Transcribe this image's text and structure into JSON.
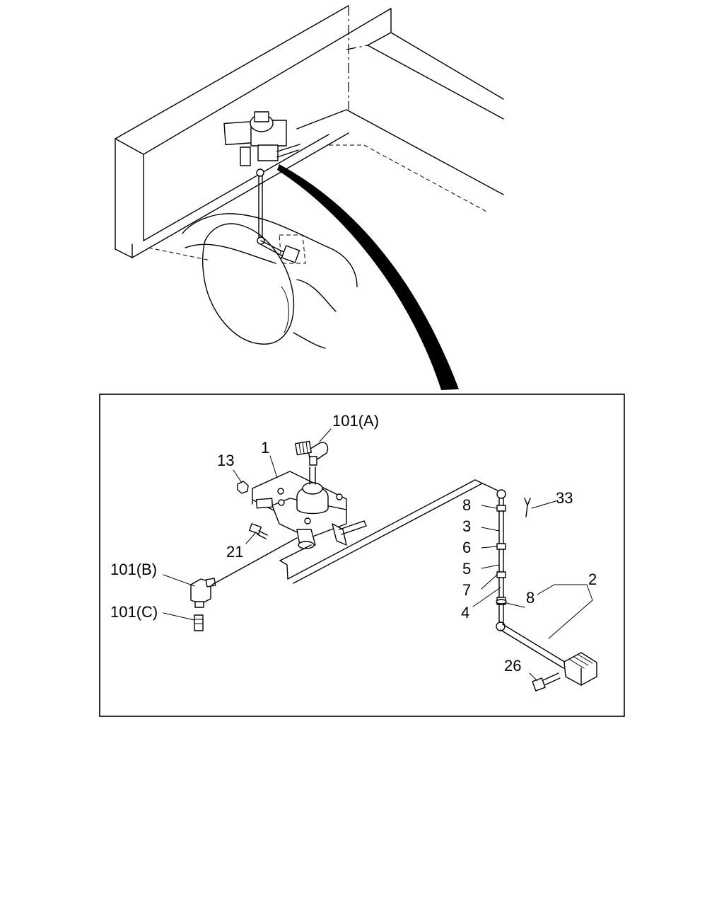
{
  "labels": {
    "l1": "1",
    "l2": "2",
    "l3": "3",
    "l4": "4",
    "l5": "5",
    "l6": "6",
    "l7": "7",
    "l8a": "8",
    "l8b": "8",
    "l13": "13",
    "l21": "21",
    "l26": "26",
    "l33": "33",
    "l101a": "101(A)",
    "l101b": "101(B)",
    "l101c": "101(C)"
  }
}
